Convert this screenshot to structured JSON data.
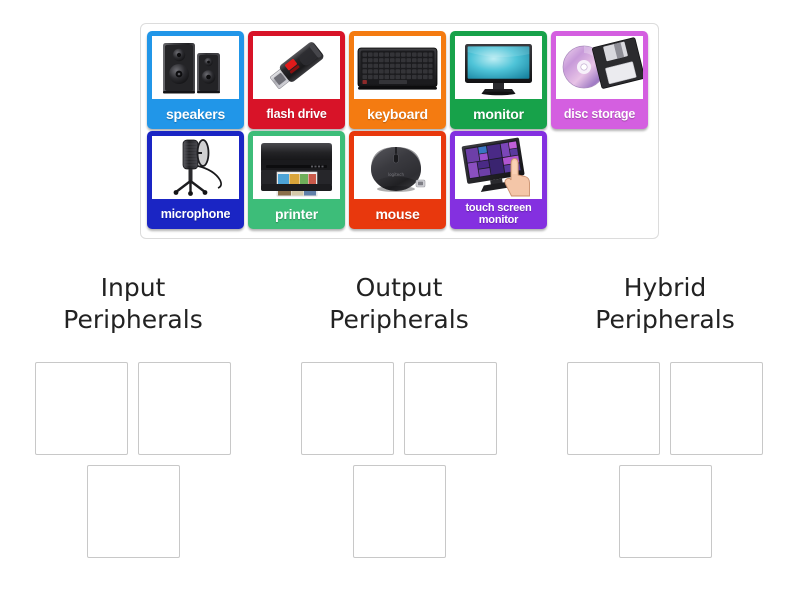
{
  "activity": {
    "type": "group-sort",
    "tray_label": "peripheral-tiles-tray"
  },
  "tiles": [
    {
      "label": "speakers",
      "icon": "speakers-icon",
      "color": "#2196e8",
      "size": "normal"
    },
    {
      "label": "flash drive",
      "icon": "flash-drive-icon",
      "color": "#d81328",
      "size": "mid"
    },
    {
      "label": "keyboard",
      "icon": "keyboard-icon",
      "color": "#f47b11",
      "size": "normal"
    },
    {
      "label": "monitor",
      "icon": "monitor-icon",
      "color": "#17a24a",
      "size": "normal"
    },
    {
      "label": "disc storage",
      "icon": "disc-storage-icon",
      "color": "#d45fe0",
      "size": "mid"
    },
    {
      "label": "microphone",
      "icon": "microphone-icon",
      "color": "#1a25c4",
      "size": "mid"
    },
    {
      "label": "printer",
      "icon": "printer-icon",
      "color": "#3dbd79",
      "size": "normal"
    },
    {
      "label": "mouse",
      "icon": "mouse-icon",
      "color": "#e8380d",
      "size": "normal"
    },
    {
      "label": "touch screen\nmonitor",
      "icon": "touch-screen-monitor-icon",
      "color": "#8430e0",
      "size": "small"
    }
  ],
  "columns": [
    {
      "title": "Input\nPeripherals",
      "dropzone_count": 3
    },
    {
      "title": "Output\nPeripherals",
      "dropzone_count": 3
    },
    {
      "title": "Hybrid\nPeripherals",
      "dropzone_count": 3
    }
  ],
  "colors": {
    "background": "#ffffff",
    "tray_border": "#dcdcdc",
    "dropzone_border": "#c8c8c8",
    "title_text": "#222222",
    "tile_text": "#ffffff"
  }
}
